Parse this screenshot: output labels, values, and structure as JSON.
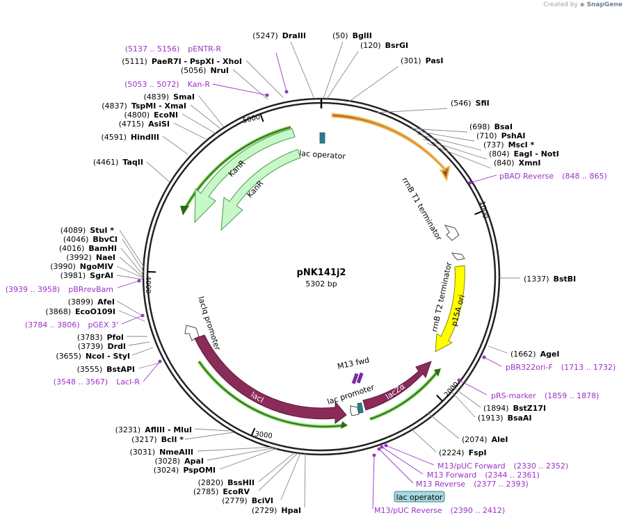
{
  "credit": {
    "prefix": "Created by",
    "brand": "SnapGene"
  },
  "plasmid": {
    "name": "pNK141j2",
    "length_label": "5302 bp",
    "length": 5302
  },
  "ticks": [
    {
      "pos": 1000,
      "label": "1000"
    },
    {
      "pos": 2000,
      "label": "2000"
    },
    {
      "pos": 3000,
      "label": "3000"
    },
    {
      "pos": 4000,
      "label": "4000"
    },
    {
      "pos": 5000,
      "label": "5000"
    }
  ],
  "enzymes": [
    {
      "name": "DraIII",
      "pos": "(5247)"
    },
    {
      "name": "BglII",
      "pos": "(50)"
    },
    {
      "name": "BsrGI",
      "pos": "(120)"
    },
    {
      "name": "PasI",
      "pos": "(301)"
    },
    {
      "name": "SfiI",
      "pos": "(546)"
    },
    {
      "name": "BsaI",
      "pos": "(698)"
    },
    {
      "name": "PshAI",
      "pos": "(710)"
    },
    {
      "name": "MscI *",
      "pos": "(737)"
    },
    {
      "name": "EagI  - NotI",
      "pos": "(804)"
    },
    {
      "name": "XmnI",
      "pos": "(840)"
    },
    {
      "name": "BstBI",
      "pos": "(1337)"
    },
    {
      "name": "AgeI",
      "pos": "(1662)"
    },
    {
      "name": "BstZ17I",
      "pos": "(1894)"
    },
    {
      "name": "BsaAI",
      "pos": "(1913)"
    },
    {
      "name": "AleI",
      "pos": "(2074)"
    },
    {
      "name": "FspI",
      "pos": "(2224)"
    },
    {
      "name": "HpaI",
      "pos": "(2729)"
    },
    {
      "name": "BciVI",
      "pos": "(2779)"
    },
    {
      "name": "EcoRV",
      "pos": "(2785)"
    },
    {
      "name": "BssHII",
      "pos": "(2820)"
    },
    {
      "name": "PspOMI",
      "pos": "(3024)"
    },
    {
      "name": "ApaI",
      "pos": "(3028)"
    },
    {
      "name": "NmeAIII",
      "pos": "(3031)"
    },
    {
      "name": "BclI *",
      "pos": "(3217)"
    },
    {
      "name": "AflIII  - MluI",
      "pos": "(3231)"
    },
    {
      "name": "BstAPI",
      "pos": "(3555)"
    },
    {
      "name": "NcoI  - StyI",
      "pos": "(3655)"
    },
    {
      "name": "DrdI",
      "pos": "(3739)"
    },
    {
      "name": "PfoI",
      "pos": "(3783)"
    },
    {
      "name": "EcoO109I",
      "pos": "(3868)"
    },
    {
      "name": "AfeI",
      "pos": "(3899)"
    },
    {
      "name": "SgrAI",
      "pos": "(3981)"
    },
    {
      "name": "NgoMIV",
      "pos": "(3990)"
    },
    {
      "name": "NaeI",
      "pos": "(3992)"
    },
    {
      "name": "BamHI",
      "pos": "(4016)"
    },
    {
      "name": "BbvCI",
      "pos": "(4046)"
    },
    {
      "name": "StuI *",
      "pos": "(4089)"
    },
    {
      "name": "TaqII",
      "pos": "(4461)"
    },
    {
      "name": "HindIII",
      "pos": "(4591)"
    },
    {
      "name": "AsiSI",
      "pos": "(4715)"
    },
    {
      "name": "EcoNI",
      "pos": "(4800)"
    },
    {
      "name": "TspMI  - XmaI",
      "pos": "(4837)"
    },
    {
      "name": "SmaI",
      "pos": "(4839)"
    },
    {
      "name": "NruI",
      "pos": "(5056)"
    },
    {
      "name": "PaeR7I  - PspXI  - XhoI",
      "pos": "(5111)"
    }
  ],
  "primers": [
    {
      "name": "pENTR-R",
      "range": "(5137 .. 5156)"
    },
    {
      "name": "Kan-R",
      "range": "(5053 .. 5072)"
    },
    {
      "name": "pBAD Reverse",
      "range": "(848 .. 865)"
    },
    {
      "name": "pBR322ori-F",
      "range": "(1713 .. 1732)"
    },
    {
      "name": "pRS-marker",
      "range": "(1859 .. 1878)"
    },
    {
      "name": "M13/pUC Forward",
      "range": "(2330 .. 2352)"
    },
    {
      "name": "M13 Forward",
      "range": "(2344 .. 2361)"
    },
    {
      "name": "M13 Reverse",
      "range": "(2377 .. 2393)"
    },
    {
      "name": "M13/pUC Reverse",
      "range": "(2390 .. 2412)"
    },
    {
      "name": "LacI-R",
      "range": "(3548 .. 3567)"
    },
    {
      "name": "pGEX 3'",
      "range": "(3784 .. 3806)"
    },
    {
      "name": "pBRrevBam",
      "range": "(3939 .. 3958)"
    }
  ],
  "features": {
    "kanr_outer": "KanR",
    "kanr_inner": "KanR",
    "lac_operator_top": "lac operator",
    "rrnb_t1": "rrnB T1 terminator",
    "rrnb_t2": "rrnB T2 terminator",
    "p15a_ori": "p15A ori",
    "laciq_promoter": "lacIq promoter",
    "laci": "lacI",
    "m13_fwd": "M13 fwd",
    "lac_promoter": "lac promoter",
    "laczalpha": "lacZα",
    "lac_operator_box": "lac operator"
  },
  "colors": {
    "enzyme": "#000000",
    "primer": "#9b30c8",
    "kanr_fill": "#c8f7c8",
    "kanr_border": "#4a9a4a",
    "laci_fill": "#8a2b5a",
    "p15a_fill": "#ffff00",
    "operator_fill": "#2a7f8f",
    "operator_box_fill": "#a8d8e0",
    "highlight_green": "#66cc44",
    "highlight_orange": "#f5b042"
  }
}
